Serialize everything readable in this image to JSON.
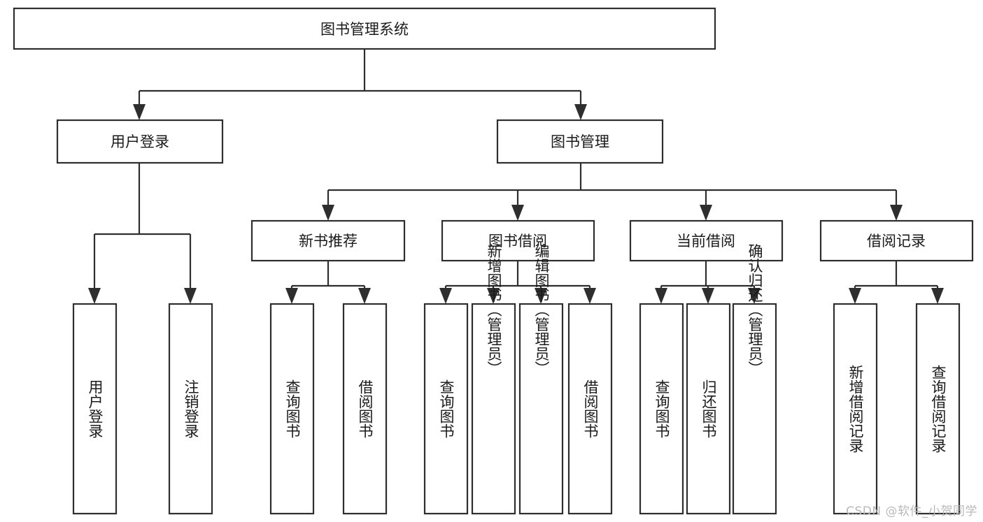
{
  "diagram": {
    "title": "图书管理系统",
    "type": "hierarchy-tree",
    "watermark": "CSDN @软件_小贺同学",
    "colors": {
      "stroke": "#2e2e2e",
      "box_fill": "#ffffff",
      "text": "#1a1a1a",
      "background": "#ffffff",
      "watermark": "#b9b9b9"
    },
    "levels": [
      {
        "level": 1,
        "nodes": [
          {
            "id": "root",
            "label": "图书管理系统",
            "orientation": "horizontal"
          }
        ]
      },
      {
        "level": 2,
        "nodes": [
          {
            "id": "login",
            "label": "用户登录",
            "orientation": "horizontal",
            "parent": "root"
          },
          {
            "id": "bookmgmt",
            "label": "图书管理",
            "orientation": "horizontal",
            "parent": "root"
          }
        ]
      },
      {
        "level": 3,
        "nodes": [
          {
            "id": "newbook",
            "label": "新书推荐",
            "orientation": "horizontal",
            "parent": "bookmgmt"
          },
          {
            "id": "borrow",
            "label": "图书借阅",
            "orientation": "horizontal",
            "parent": "bookmgmt"
          },
          {
            "id": "current",
            "label": "当前借阅",
            "orientation": "horizontal",
            "parent": "bookmgmt"
          },
          {
            "id": "records",
            "label": "借阅记录",
            "orientation": "horizontal",
            "parent": "bookmgmt"
          }
        ]
      },
      {
        "level": 4,
        "nodes": [
          {
            "id": "leaf-user-login",
            "label": "用户登录",
            "orientation": "vertical",
            "parent": "login"
          },
          {
            "id": "leaf-user-logout",
            "label": "注销登录",
            "orientation": "vertical",
            "parent": "login"
          },
          {
            "id": "leaf-query-book-1",
            "label": "查询图书",
            "orientation": "vertical",
            "parent": "newbook"
          },
          {
            "id": "leaf-borrow-book-1",
            "label": "借阅图书",
            "orientation": "vertical",
            "parent": "newbook"
          },
          {
            "id": "leaf-query-book-2",
            "label": "查询图书",
            "orientation": "vertical",
            "parent": "borrow"
          },
          {
            "id": "leaf-add-book",
            "label": "新增图书（管理员）",
            "orientation": "vertical",
            "parent": "borrow"
          },
          {
            "id": "leaf-edit-book",
            "label": "编辑图书（管理员）",
            "orientation": "vertical",
            "parent": "borrow"
          },
          {
            "id": "leaf-borrow-book-2",
            "label": "借阅图书",
            "orientation": "vertical",
            "parent": "borrow"
          },
          {
            "id": "leaf-query-book-3",
            "label": "查询图书",
            "orientation": "vertical",
            "parent": "current"
          },
          {
            "id": "leaf-return-book",
            "label": "归还图书",
            "orientation": "vertical",
            "parent": "current"
          },
          {
            "id": "leaf-confirm-return",
            "label": "确认归还（管理员）",
            "orientation": "vertical",
            "parent": "current"
          },
          {
            "id": "leaf-add-record",
            "label": "新增借阅记录",
            "orientation": "vertical",
            "parent": "records"
          },
          {
            "id": "leaf-query-record",
            "label": "查询借阅记录",
            "orientation": "vertical",
            "parent": "records"
          }
        ]
      }
    ]
  }
}
